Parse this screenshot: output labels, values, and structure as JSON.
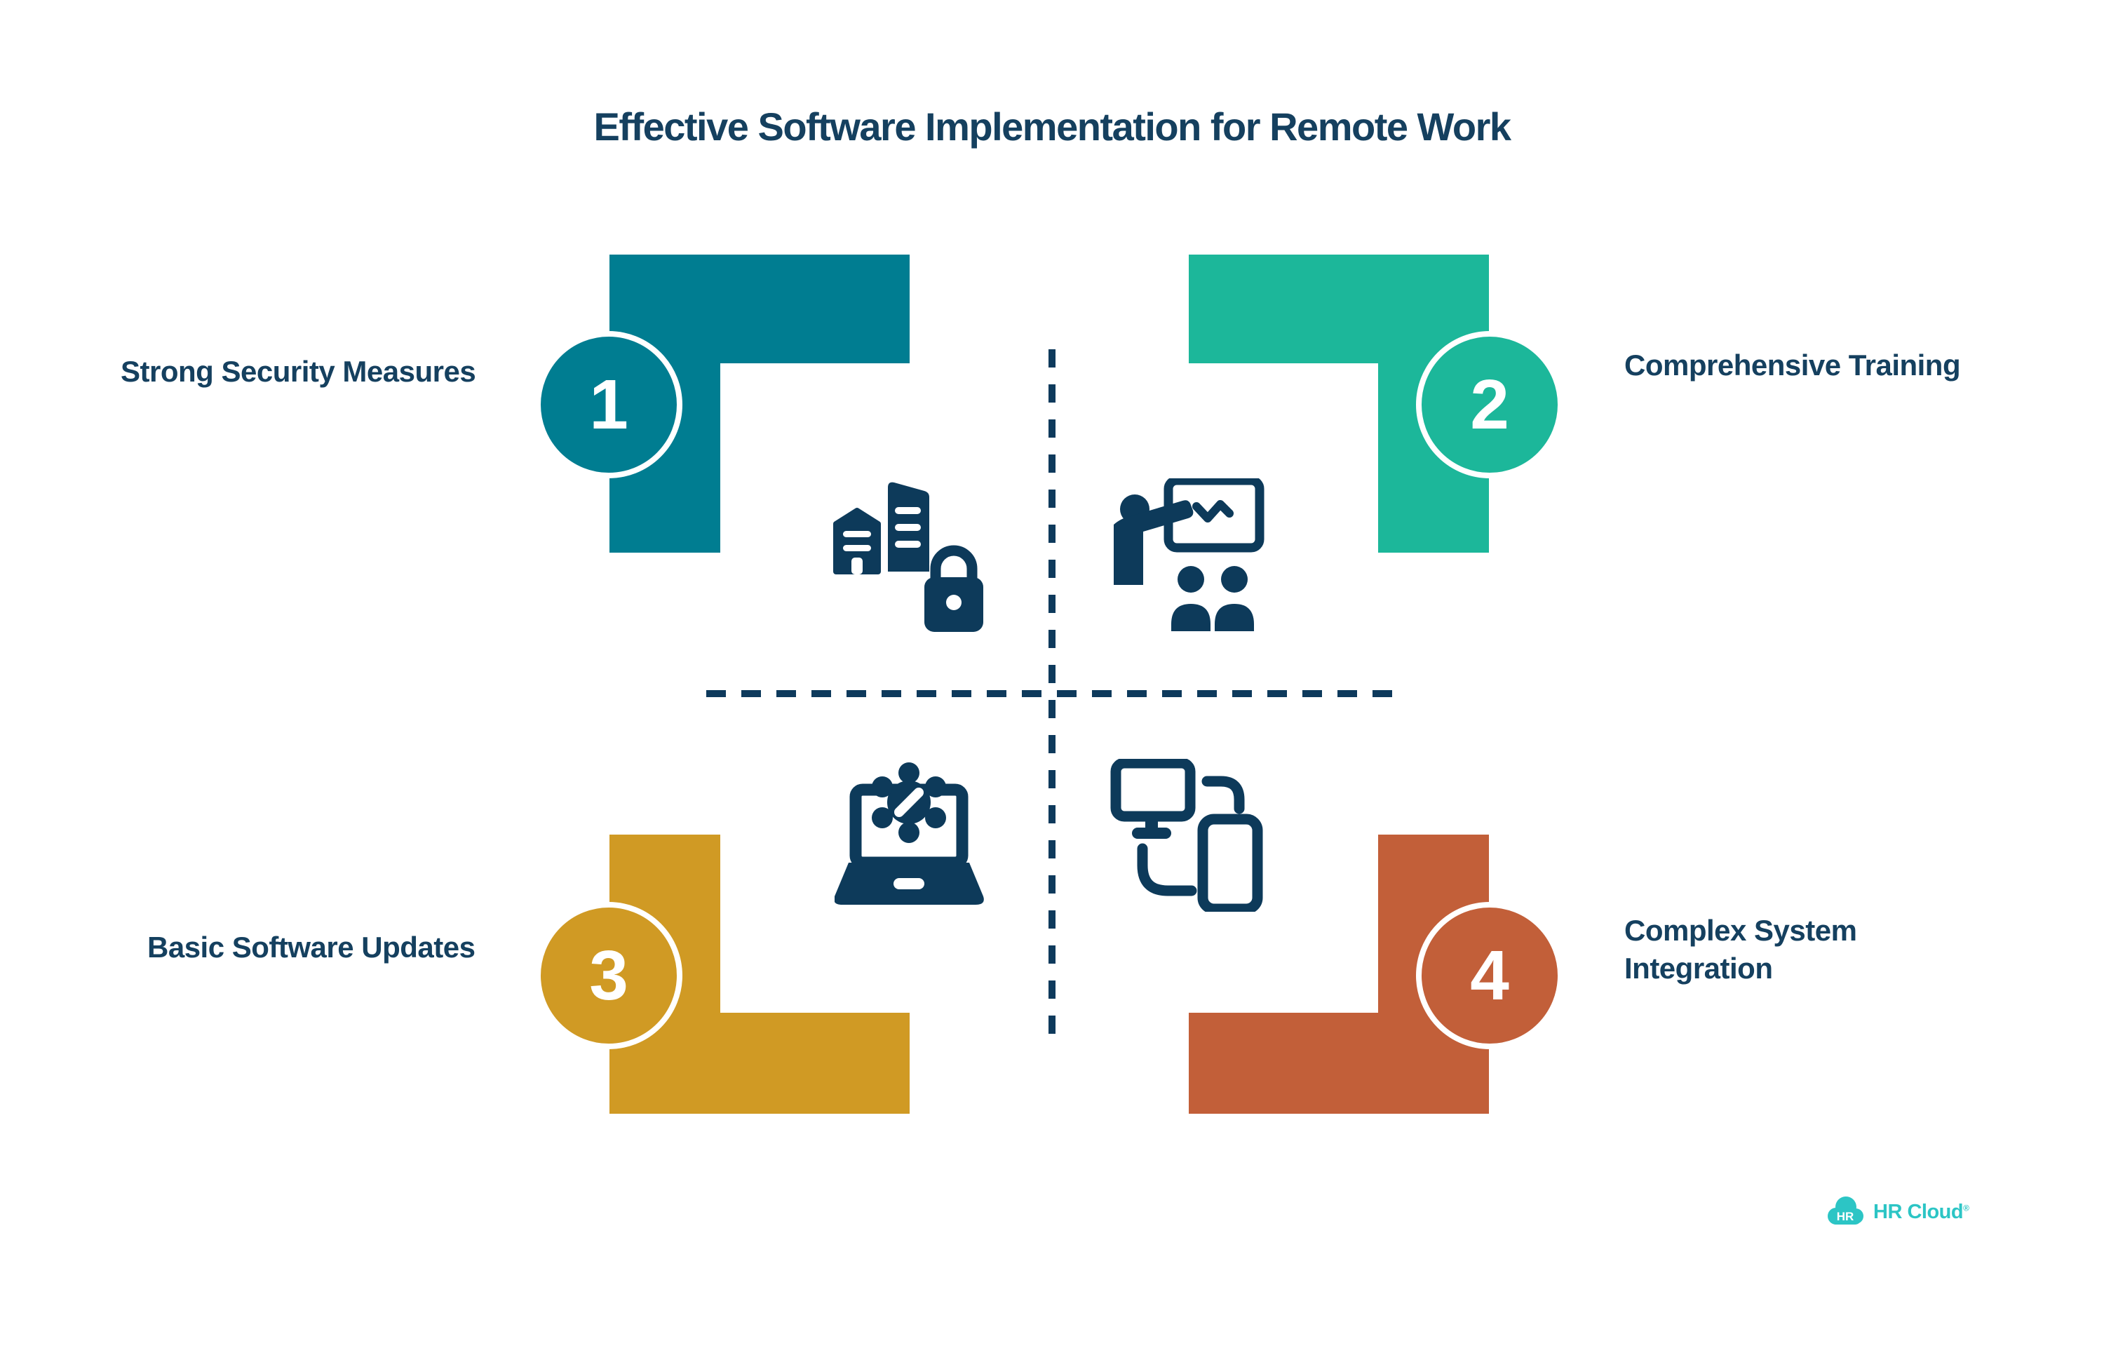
{
  "title": "Effective Software Implementation for Remote Work",
  "quadrants": [
    {
      "number": "1",
      "label": "Strong Security Measures",
      "color": "#007d91",
      "icon": "buildings-lock-icon"
    },
    {
      "number": "2",
      "label": "Comprehensive Training",
      "color": "#1cb79a",
      "icon": "trainer-presentation-icon"
    },
    {
      "number": "3",
      "label": "Basic Software Updates",
      "color": "#d09a24",
      "icon": "laptop-gear-icon"
    },
    {
      "number": "4",
      "label": "Complex System Integration",
      "color": "#c25f39",
      "icon": "monitor-phone-sync-icon"
    }
  ],
  "colors": {
    "heading_text": "#15405f",
    "icon_navy": "#0d3a5a",
    "divider_navy": "#0e3a5c",
    "background": "#ffffff",
    "circle_ring": "#ffffff",
    "logo_teal": "#2cc5c5"
  },
  "logo": {
    "badge_text": "HR",
    "brand_text": "HR Cloud",
    "registered_mark": "®"
  }
}
